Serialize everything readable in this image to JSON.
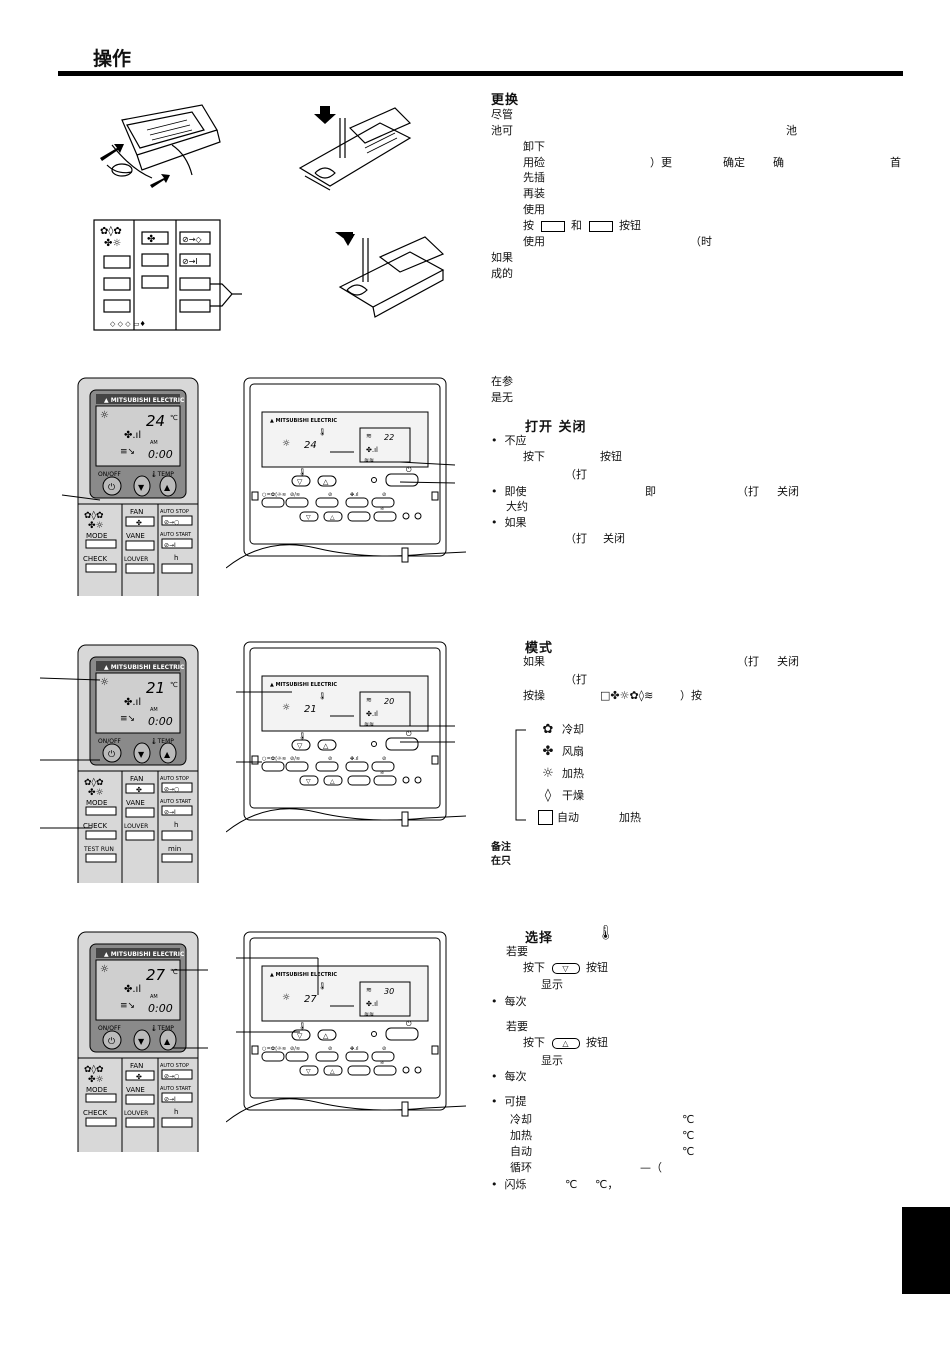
{
  "header": {
    "title": "操作"
  },
  "section_battery": {
    "heading": "更换",
    "lines": [
      "尽管",
      "池可",
      "池",
      "卸下",
      "用硷",
      "）更",
      "确定",
      "确",
      "首",
      "先插",
      "再装",
      "使用",
      "按",
      "和",
      "按钮",
      "使用",
      "（时",
      "如果",
      "成的"
    ]
  },
  "section_intro": {
    "lines": [
      "在参",
      "是无"
    ]
  },
  "section_onoff": {
    "heading": "打开 关闭",
    "lines": [
      "不应",
      "按下",
      "按钮",
      "（打",
      "即使",
      "即",
      "（打",
      "关闭",
      "大约",
      "如果",
      "（打",
      "关闭"
    ]
  },
  "section_mode": {
    "heading": "模式",
    "lines": [
      "如果",
      "（打",
      "关闭",
      "（打",
      "按操",
      "）按"
    ],
    "modes": [
      {
        "icon": "cool-icon",
        "glyph": "✿",
        "label": "冷却"
      },
      {
        "icon": "fan-icon",
        "glyph": "✤",
        "label": "风扇"
      },
      {
        "icon": "heat-icon",
        "glyph": "☼",
        "label": "加热"
      },
      {
        "icon": "dry-icon",
        "glyph": "◊",
        "label": "干燥"
      },
      {
        "icon": "auto-icon",
        "glyph": "",
        "label": "自动",
        "extra": "加热"
      }
    ],
    "note_label": "备注",
    "note_text": "在只"
  },
  "section_temp": {
    "heading": "选择",
    "lines": [
      "若要",
      "按下",
      "按钮",
      "显示",
      "每次",
      "若要",
      "按下",
      "按钮",
      "显示",
      "每次",
      "可提",
      "冷却",
      "℃",
      "加热",
      "℃",
      "自动",
      "℃",
      "循环",
      "—（",
      "闪烁",
      "℃",
      "℃，"
    ]
  },
  "remote": {
    "brand": "MITSUBISHI ELECTRIC",
    "onoff": "ON/OFF",
    "temp": "TEMP",
    "fan": "FAN",
    "mode": "MODE",
    "vane": "VANE",
    "check": "CHECK",
    "louver": "LOUVER",
    "auto_stop": "AUTO STOP",
    "auto_start": "AUTO START",
    "test_run": "TEST RUN",
    "h": "h",
    "min": "min",
    "am": "AM",
    "time": "0:00",
    "temp1": "24",
    "temp2": "21",
    "temp3": "27"
  },
  "wired": {
    "brand": "MITSUBISHI ELECTRIC",
    "set1": "24",
    "room1": "22",
    "set2": "21",
    "room2": "20",
    "set3": "27",
    "room3": "30"
  }
}
